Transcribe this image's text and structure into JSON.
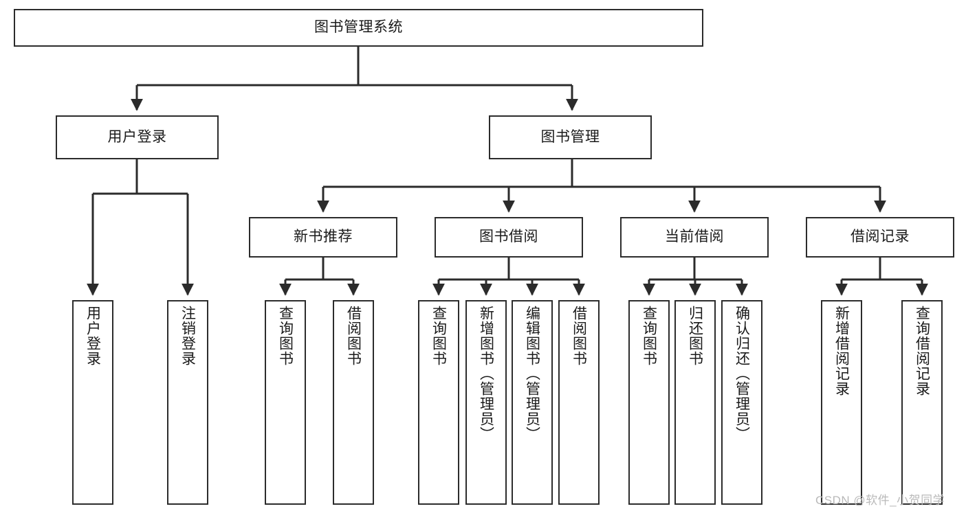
{
  "diagram": {
    "type": "tree-flowchart",
    "title": "图书管理系统",
    "watermark": "CSDN @软件_小贺同学",
    "colors": {
      "box_border": "#2b2b2b",
      "box_fill": "#ffffff",
      "connector": "#2b2b2b",
      "text": "#1a1a1a",
      "watermark": "#b9b9b9",
      "canvas": "#ffffff"
    },
    "root": {
      "label": "图书管理系统"
    },
    "level2": [
      {
        "label": "用户登录"
      },
      {
        "label": "图书管理"
      }
    ],
    "level3": [
      {
        "label": "新书推荐"
      },
      {
        "label": "图书借阅"
      },
      {
        "label": "当前借阅"
      },
      {
        "label": "借阅记录"
      }
    ],
    "leaves": {
      "user_login": [
        {
          "label": "用户登录"
        },
        {
          "label": "注销登录"
        }
      ],
      "new_book_recommend": [
        {
          "label": "查询图书"
        },
        {
          "label": "借阅图书"
        }
      ],
      "book_borrow": [
        {
          "label": "查询图书"
        },
        {
          "label": "新增图书（管理员）"
        },
        {
          "label": "编辑图书（管理员）"
        },
        {
          "label": "借阅图书"
        }
      ],
      "current_borrow": [
        {
          "label": "查询图书"
        },
        {
          "label": "归还图书"
        },
        {
          "label": "确认归还（管理员）"
        }
      ],
      "borrow_record": [
        {
          "label": "新增借阅记录"
        },
        {
          "label": "查询借阅记录"
        }
      ]
    }
  }
}
